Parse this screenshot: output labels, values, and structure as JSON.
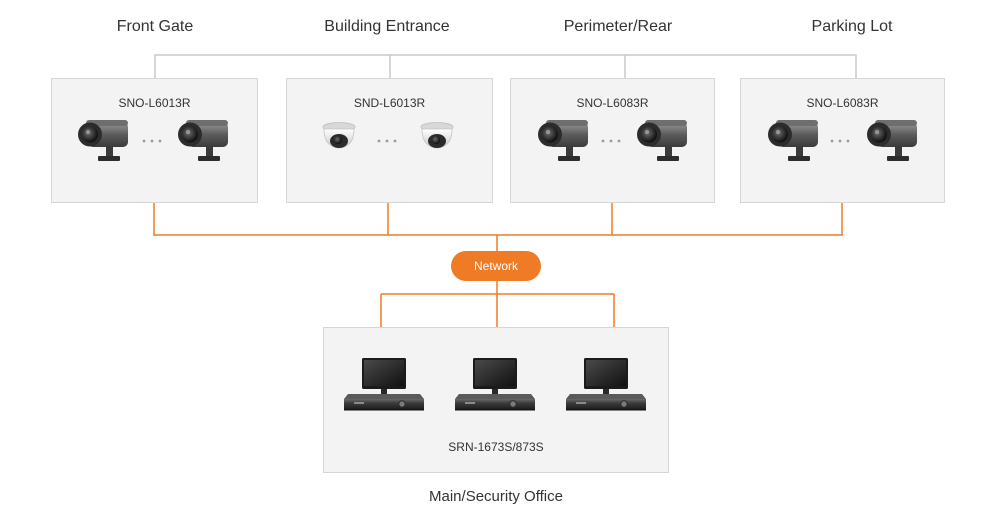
{
  "zones": [
    {
      "label": "Front Gate",
      "model": "SNO-L6013R",
      "camera": "bullet"
    },
    {
      "label": "Building Entrance",
      "model": "SND-L6013R",
      "camera": "dome"
    },
    {
      "label": "Perimeter/Rear",
      "model": "SNO-L6083R",
      "camera": "bullet"
    },
    {
      "label": "Parking Lot",
      "model": "SNO-L6083R",
      "camera": "bullet"
    }
  ],
  "network": {
    "label": "Network"
  },
  "office": {
    "model": "SRN-1673S/873S",
    "label": "Main/Security Office",
    "station_count": 3
  },
  "colors": {
    "accent": "#f07b25",
    "box_fill": "#f3f3f3",
    "box_border": "#d6d6d6",
    "gray_line": "#c9c9c9",
    "text": "#333333"
  },
  "icons": {
    "bullet": "bullet-camera-icon",
    "dome": "dome-camera-icon",
    "monitor": "monitor-icon",
    "nvr": "nvr-recorder-icon"
  }
}
